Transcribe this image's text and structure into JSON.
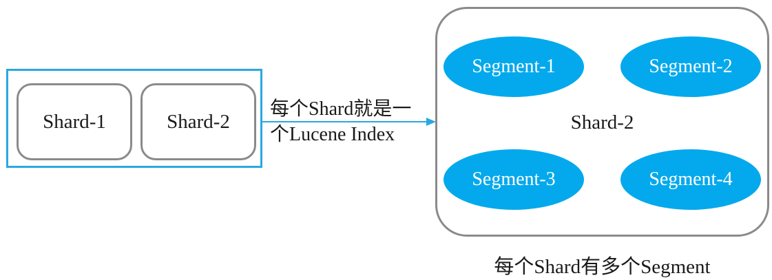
{
  "index": {
    "shards": [
      {
        "label": "Shard-1"
      },
      {
        "label": "Shard-2"
      }
    ]
  },
  "arrow": {
    "label_line1": "每个Shard就是一",
    "label_line2": "个Lucene Index",
    "color": "#29a9e0"
  },
  "shard_detail": {
    "label": "Shard-2",
    "segments": [
      {
        "label": "Segment-1"
      },
      {
        "label": "Segment-2"
      },
      {
        "label": "Segment-3"
      },
      {
        "label": "Segment-4"
      }
    ],
    "segment_color": "#03a9ec"
  },
  "caption": "每个Shard有多个Segment"
}
